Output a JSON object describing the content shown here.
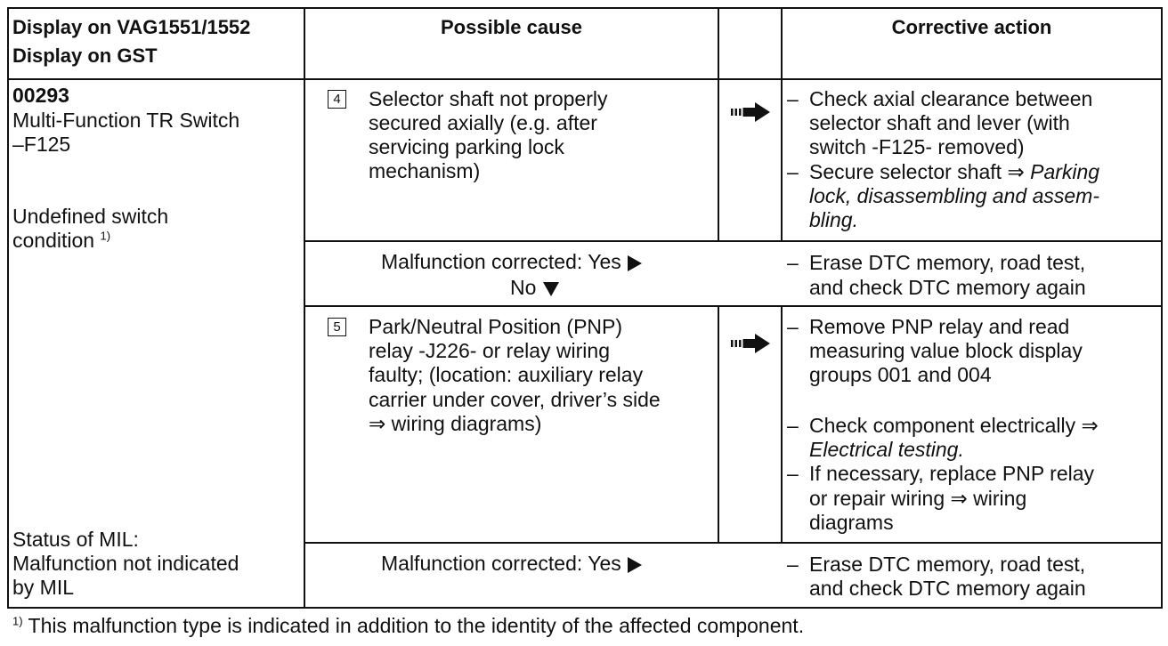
{
  "header": {
    "col1_line1": "Display on VAG1551/1552",
    "col1_line2": "Display on GST",
    "col2": "Possible cause",
    "col4": "Corrective action"
  },
  "fault": {
    "code": "00293",
    "name_line1": "Multi-Function TR Switch",
    "name_line2": "–F125",
    "condition_line1": "Undefined switch",
    "condition_line2": "condition",
    "condition_footnote": "1)",
    "status_line1": "Status of MIL:",
    "status_line2": "Malfunction not indicated",
    "status_line3": "by MIL"
  },
  "steps": [
    {
      "number": "4",
      "cause": [
        "Selector shaft not properly",
        "secured axially (e.g. after",
        "servicing parking lock",
        "mechanism)"
      ],
      "actions": [
        {
          "lines": [
            "Check axial clearance between",
            "selector shaft and lever (with",
            "switch -F125- removed)"
          ]
        },
        {
          "lines": [
            "Secure selector shaft ⇒ ",
            "lock, disassembling and assem-",
            "bling."
          ],
          "italic_tail": "Parking"
        }
      ]
    },
    {
      "number": "5",
      "cause": [
        "Park/Neutral Position (PNP)",
        "relay -J226- or relay wiring",
        "faulty;  (location:  auxiliary relay",
        "carrier under cover, driver’s side",
        "⇒ wiring diagrams)"
      ],
      "actions": [
        {
          "lines": [
            "Remove PNP relay and read",
            "measuring value block display",
            "groups 001 and 004"
          ]
        },
        {
          "lines": [
            "Check component electrically ⇒",
            "Electrical testing."
          ]
        },
        {
          "lines": [
            "If necessary, replace PNP relay",
            "or repair wiring ⇒ wiring",
            "diagrams"
          ]
        }
      ]
    }
  ],
  "corrected_1": {
    "label": "Malfunction corrected:  Yes",
    "no_label": "No",
    "action_line1": "Erase DTC memory, road test,",
    "action_line2": "and check DTC memory again"
  },
  "corrected_2": {
    "label": "Malfunction corrected:  Yes",
    "action_line1": "Erase DTC memory, road test,",
    "action_line2": "and check DTC memory again"
  },
  "dash": "–",
  "footnote": {
    "mark": "1)",
    "text": " This malfunction type is indicated in addition to the identity of the affected component."
  }
}
